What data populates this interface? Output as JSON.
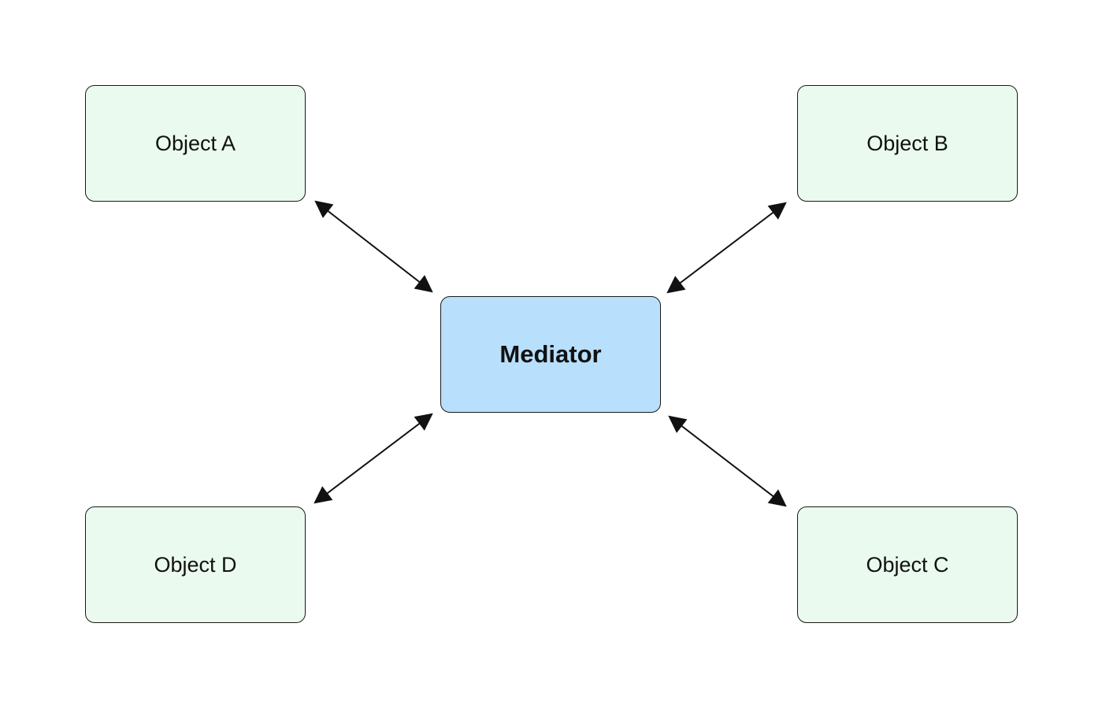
{
  "colors": {
    "object_fill": "#ebfaee",
    "mediator_fill": "#b8dffc",
    "border": "#1a1a1a",
    "connector": "#111111",
    "background": "#ffffff"
  },
  "nodes": {
    "mediator": {
      "label": "Mediator"
    },
    "object_a": {
      "label": "Object A"
    },
    "object_b": {
      "label": "Object B"
    },
    "object_c": {
      "label": "Object C"
    },
    "object_d": {
      "label": "Object D"
    }
  },
  "connectors": [
    {
      "from": "object_a",
      "to": "mediator",
      "direction": "bidirectional"
    },
    {
      "from": "object_b",
      "to": "mediator",
      "direction": "bidirectional"
    },
    {
      "from": "object_c",
      "to": "mediator",
      "direction": "bidirectional"
    },
    {
      "from": "object_d",
      "to": "mediator",
      "direction": "bidirectional"
    }
  ]
}
